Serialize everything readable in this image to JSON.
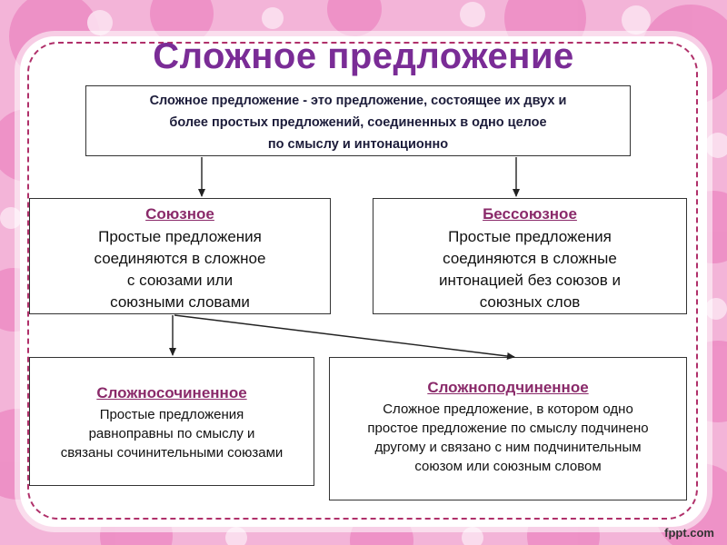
{
  "slide": {
    "title": "Сложное предложение",
    "definition": {
      "lines": [
        "Сложное предложение - это предложение, состоящее их двух и",
        "более простых предложений, соединенных в одно целое",
        "по смыслу и интонационно"
      ]
    },
    "soyuznoe": {
      "heading": "Союзное",
      "lines": [
        "Простые предложения",
        "соединяются в сложное",
        "с союзами или",
        "союзными словами"
      ]
    },
    "bessoyuznoe": {
      "heading": "Бессоюзное",
      "lines": [
        "Простые предложения",
        "соединяются в сложные",
        "интонацией без союзов и",
        "союзных слов"
      ]
    },
    "slozhnosochinennoe": {
      "heading": "Сложносочиненное",
      "lines": [
        "Простые предложения",
        "равноправны по смыслу и",
        "связаны сочинительными союзами"
      ]
    },
    "slozhnopodchinennoe": {
      "heading": "Сложноподчиненное",
      "lines": [
        "Сложное предложение, в котором одно",
        "простое предложение по смыслу подчинено",
        "другому и связано с ним подчинительным",
        "союзом или союзным словом"
      ]
    },
    "footer": "fppt.com"
  },
  "colors": {
    "title": "#7a2c96",
    "heading": "#8a2a6a",
    "border_dashed": "#b0306a",
    "background": "#f4a8d2"
  }
}
